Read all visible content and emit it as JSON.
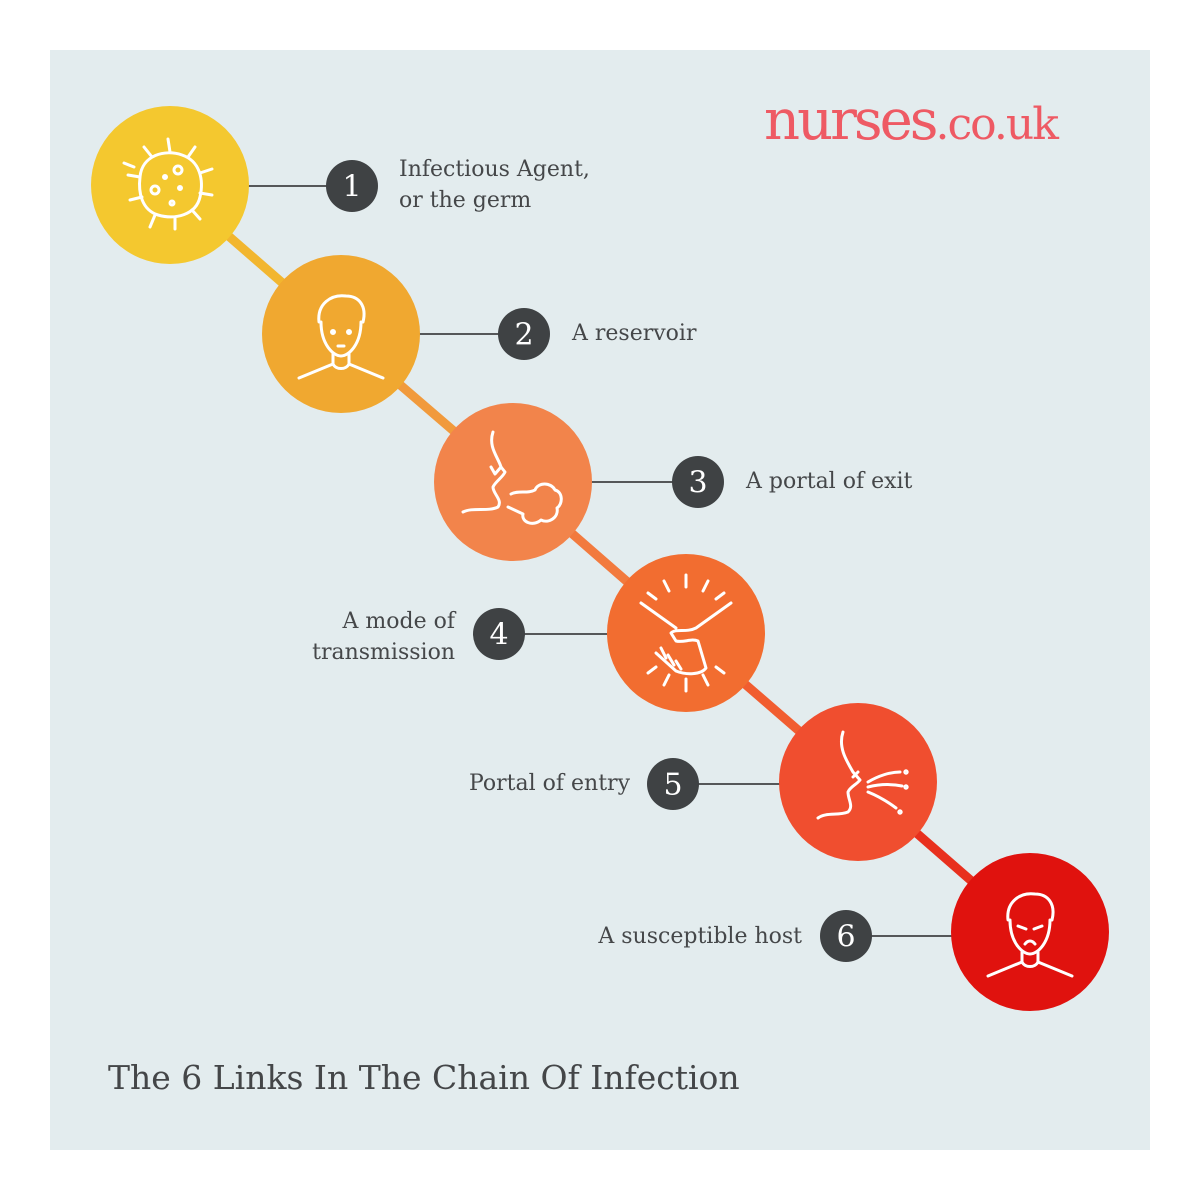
{
  "logo": {
    "main": "nurses",
    "tld": ".co.uk"
  },
  "title": "The 6 Links In The Chain Of Infection",
  "colors": {
    "background": "#e3ecee",
    "badge": "#3f4244",
    "logo": "#ee5a64"
  },
  "links": [
    {
      "number": "1",
      "line1": "Infectious Agent,",
      "line2": "or the germ",
      "icon": "germ-icon",
      "color": "#f4c82f"
    },
    {
      "number": "2",
      "line1": "A reservoir",
      "icon": "person-icon",
      "color": "#f0a830"
    },
    {
      "number": "3",
      "line1": "A portal of exit",
      "icon": "cough-icon",
      "color": "#f2844b"
    },
    {
      "number": "4",
      "line1": "A mode of",
      "line2": "transmission",
      "icon": "handshake-icon",
      "color": "#f26d30"
    },
    {
      "number": "5",
      "line1": "Portal of entry",
      "icon": "inhale-icon",
      "color": "#f04e2f"
    },
    {
      "number": "6",
      "line1": "A susceptible host",
      "icon": "sick-person-icon",
      "color": "#e0120e"
    }
  ]
}
